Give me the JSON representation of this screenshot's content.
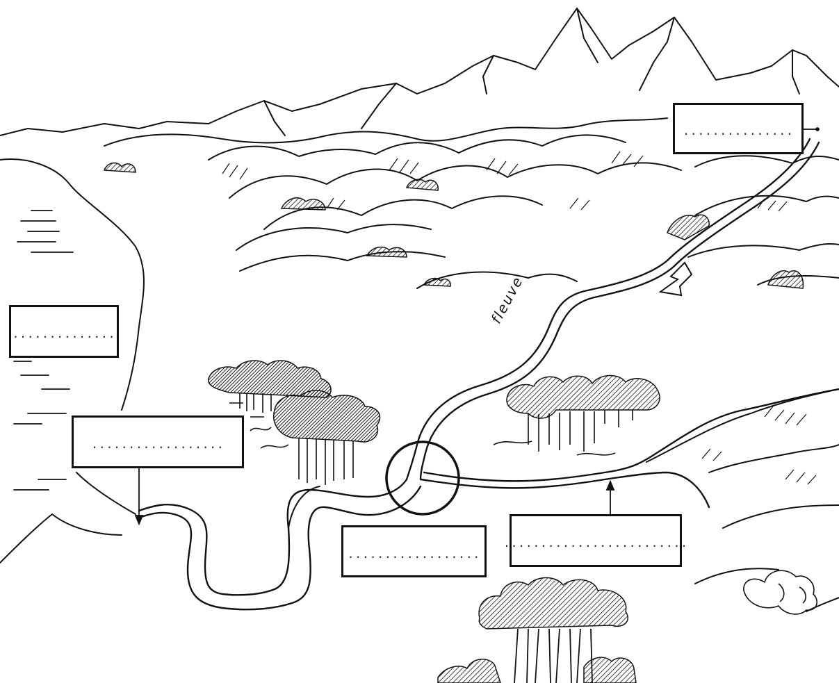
{
  "labels": {
    "river": "fleuve",
    "box_placeholder": "..............."
  },
  "boxes": [
    {
      "id": "source",
      "text": "..............."
    },
    {
      "id": "sea",
      "text": ".............."
    },
    {
      "id": "mouth",
      "text": ".................."
    },
    {
      "id": "confluence",
      "text": ".................."
    },
    {
      "id": "tributary",
      "text": "........................."
    }
  ],
  "colors": {
    "ink": "#111111",
    "paper": "#ffffff"
  }
}
